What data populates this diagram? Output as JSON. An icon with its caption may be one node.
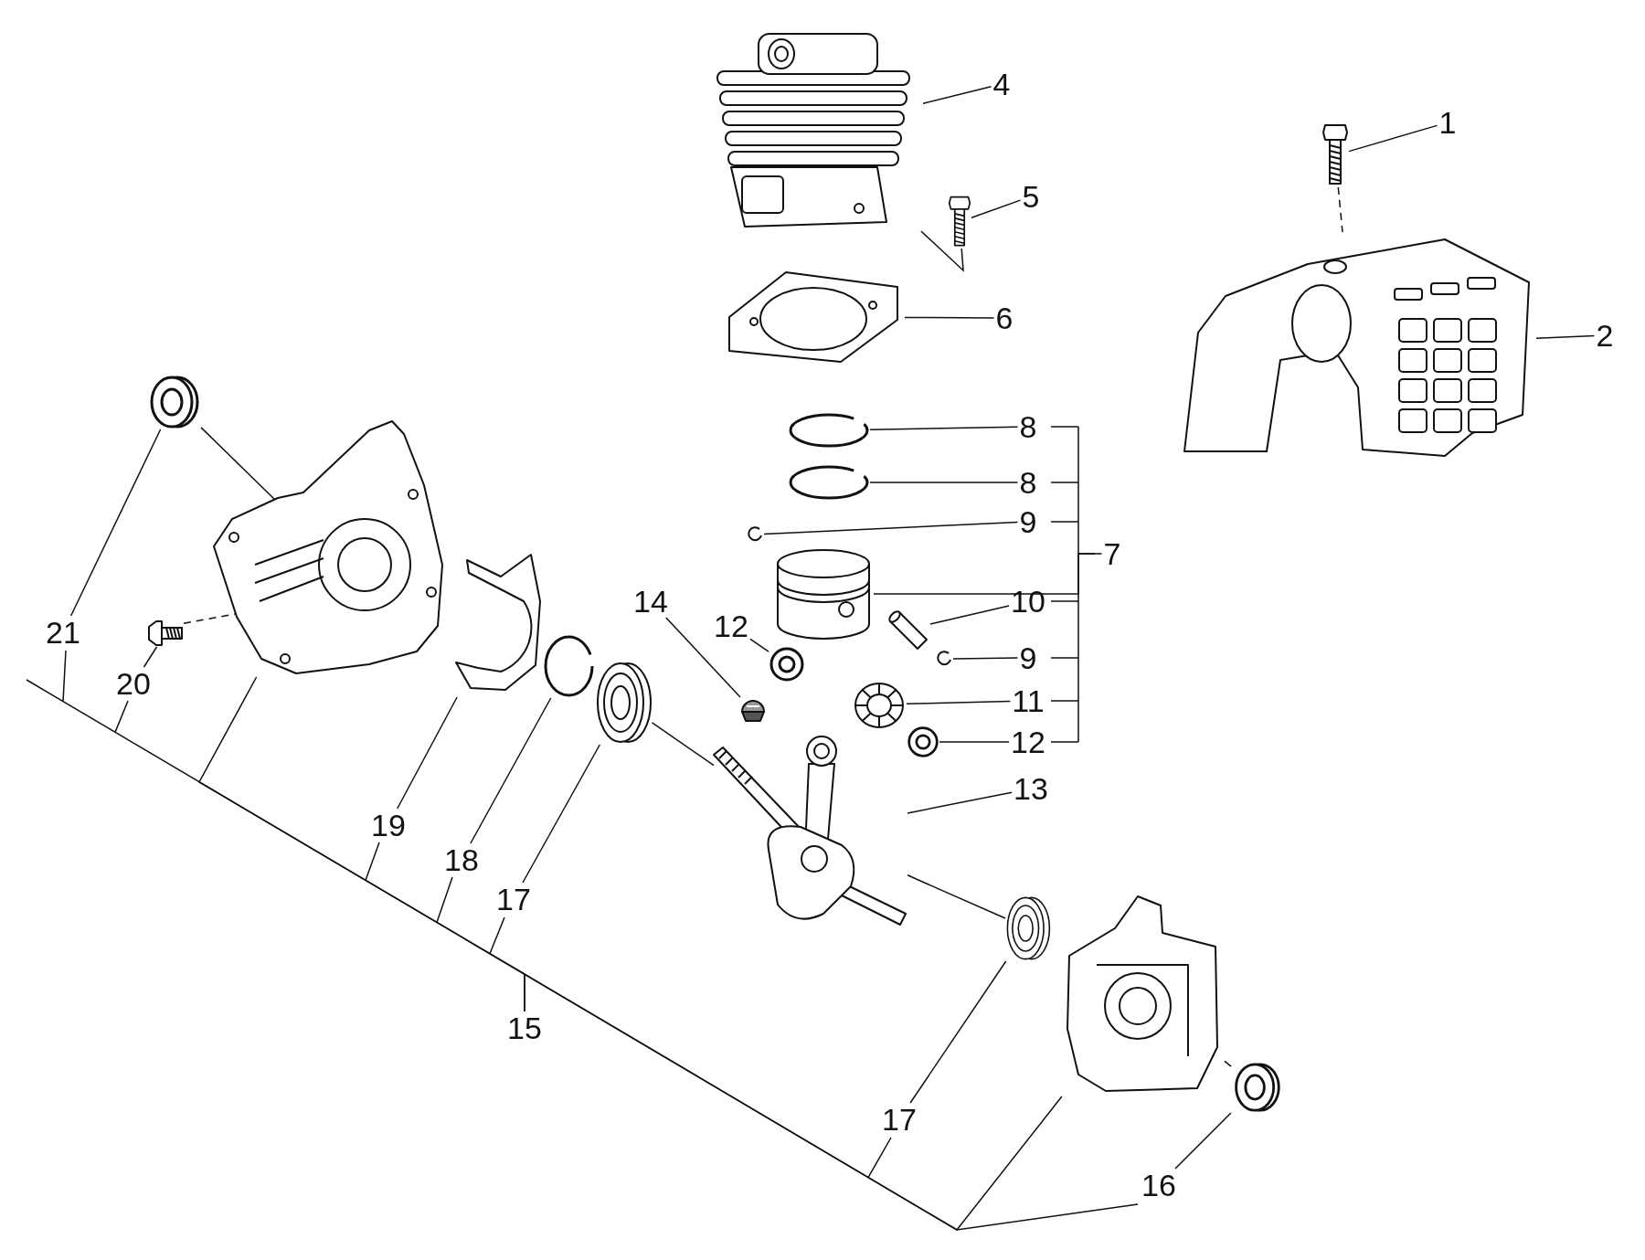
{
  "diagram": {
    "nodes": [
      {
        "text": [
          "4"
        ]
      },
      {
        "text": [],
        "shape": "picture"
      },
      {
        "text": [
          "1"
        ]
      },
      {
        "text": [],
        "shape": "picture"
      },
      {
        "text": [
          "5"
        ]
      },
      {
        "text": [],
        "shape": "picture"
      },
      {
        "text": [
          "2"
        ]
      },
      {
        "text": [],
        "shape": "picture"
      },
      {
        "text": [
          "6"
        ]
      },
      {
        "text": [],
        "shape": "picture"
      },
      {
        "text": [
          "8"
        ]
      },
      {
        "text": [],
        "shape": "circle"
      },
      {
        "text": [
          "8"
        ]
      },
      {
        "text": [],
        "shape": "circle"
      },
      {
        "text": [
          "9"
        ]
      },
      {
        "text": [],
        "shape": "picture"
      },
      {
        "text": [
          "7"
        ]
      },
      {
        "text": [],
        "shape": "picture"
      },
      {
        "text": [
          "10"
        ]
      },
      {
        "text": [],
        "shape": "picture"
      },
      {
        "text": [
          "9"
        ]
      },
      {
        "text": [],
        "shape": "picture"
      },
      {
        "text": [
          "14"
        ]
      },
      {
        "text": [
          "12"
        ]
      },
      {
        "text": [],
        "shape": "picture"
      },
      {
        "text": [
          "11"
        ]
      },
      {
        "text": [],
        "shape": "picture"
      },
      {
        "text": [
          "12"
        ]
      },
      {
        "text": [],
        "shape": "picture"
      },
      {
        "text": [
          "21"
        ]
      },
      {
        "text": [],
        "shape": "picture"
      },
      {
        "text": [],
        "shape": "picture"
      },
      {
        "text": [
          "20"
        ]
      },
      {
        "text": [],
        "shape": "picture"
      },
      {
        "text": [],
        "shape": "picture"
      },
      {
        "text": [
          "19"
        ]
      },
      {
        "text": [],
        "shape": "picture"
      },
      {
        "text": [
          "13"
        ]
      },
      {
        "text": [],
        "shape": "picture"
      },
      {
        "text": [
          "18"
        ]
      },
      {
        "text": [],
        "shape": "circle"
      },
      {
        "text": [
          "17"
        ]
      },
      {
        "text": [],
        "shape": "picture"
      },
      {
        "text": [
          "15"
        ]
      },
      {
        "text": [],
        "shape": "picture"
      },
      {
        "text": [],
        "shape": "picture"
      },
      {
        "text": [],
        "shape": "picture"
      },
      {
        "text": [
          "17"
        ]
      },
      {
        "text": [
          "16"
        ]
      }
    ],
    "edges": [
      {
        "from": 0,
        "to": 1,
        "arrow": "none"
      },
      {
        "from": 2,
        "to": 3,
        "arrow": "none"
      },
      {
        "from": 4,
        "to": 5,
        "arrow": "none"
      },
      {
        "from": 6,
        "to": 7,
        "arrow": "none"
      },
      {
        "from": 8,
        "to": 9,
        "arrow": "none"
      },
      {
        "from": 10,
        "to": 11,
        "arrow": "none"
      },
      {
        "from": 12,
        "to": 13,
        "arrow": "none"
      },
      {
        "from": 14,
        "to": 15,
        "arrow": "none"
      },
      {
        "from": 16,
        "to": 17,
        "arrow": "none"
      },
      {
        "from": 18,
        "to": 19,
        "arrow": "none"
      },
      {
        "from": 20,
        "to": 21,
        "arrow": "none"
      },
      {
        "from": 22,
        "to": 34,
        "arrow": "none"
      },
      {
        "from": 23,
        "to": 24,
        "arrow": "none"
      },
      {
        "from": 25,
        "to": 26,
        "arrow": "none"
      },
      {
        "from": 27,
        "to": 28,
        "arrow": "none"
      },
      {
        "from": 29,
        "to": 30,
        "arrow": "none"
      },
      {
        "from": 32,
        "to": 33,
        "arrow": "none"
      },
      {
        "from": 35,
        "to": 36,
        "arrow": "none"
      },
      {
        "from": 37,
        "to": 38,
        "arrow": "none"
      },
      {
        "from": 39,
        "to": 40,
        "arrow": "none"
      },
      {
        "from": 41,
        "to": 42,
        "arrow": "none"
      },
      {
        "from": 43,
        "to": 31,
        "arrow": "none"
      },
      {
        "from": 43,
        "to": 45,
        "arrow": "none"
      },
      {
        "from": 47,
        "to": 44,
        "arrow": "none"
      },
      {
        "from": 48,
        "to": 46,
        "arrow": "none"
      },
      {
        "from": 5,
        "to": 1,
        "arrow": "none"
      },
      {
        "from": 3,
        "to": 7,
        "arrow": "none",
        "style": "dashed"
      },
      {
        "from": 30,
        "to": 31,
        "arrow": "none"
      },
      {
        "from": 33,
        "to": 31,
        "arrow": "none",
        "style": "dashed"
      },
      {
        "from": 42,
        "to": 38,
        "arrow": "none"
      },
      {
        "from": 38,
        "to": 44,
        "arrow": "none"
      },
      {
        "from": 46,
        "to": 45,
        "arrow": "none"
      }
    ]
  }
}
